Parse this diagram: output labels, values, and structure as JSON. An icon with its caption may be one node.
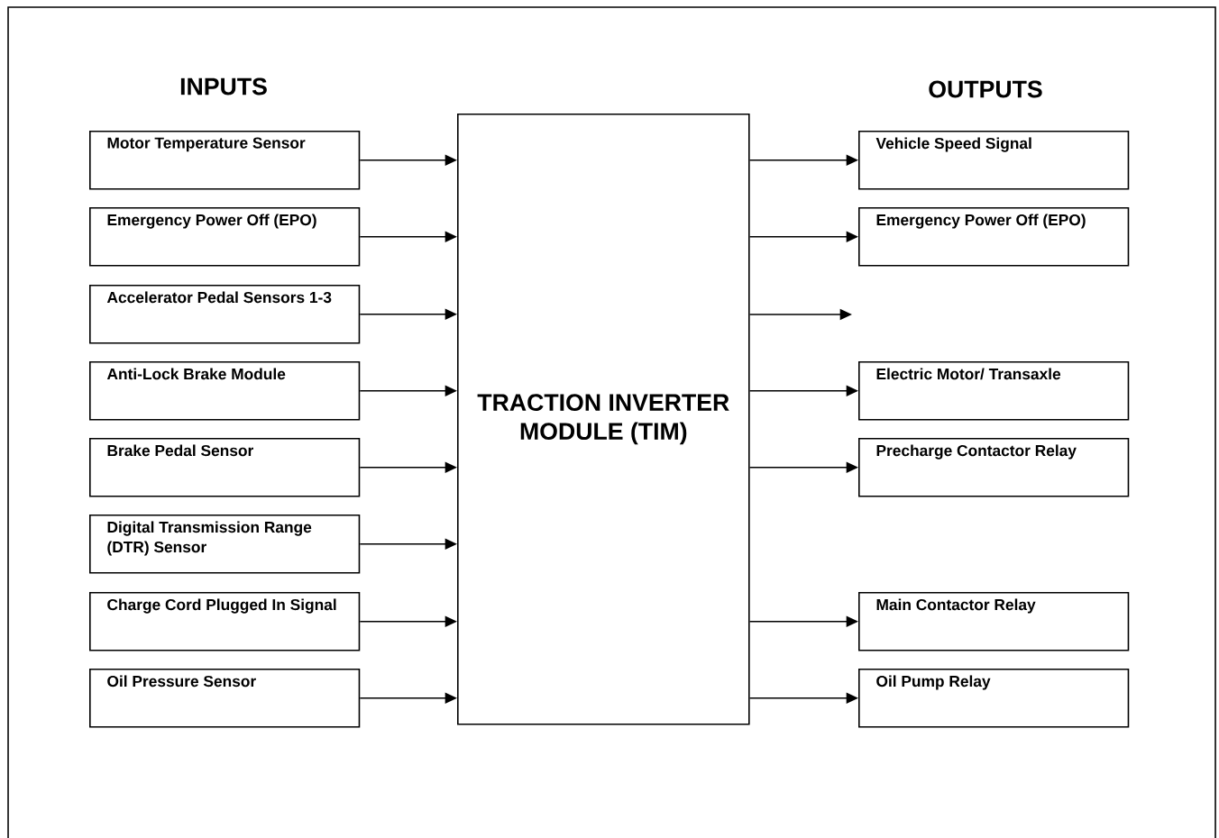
{
  "diagram": {
    "nodes": [
      {
        "text": [
          "TRACTION INVERTER MODULE (TIM)"
        ]
      },
      {
        "text": [
          "Motor Temperature Sensor"
        ]
      },
      {
        "text": [
          "Emergency Power Off (EPO)"
        ]
      },
      {
        "text": [
          "Accelerator Pedal Sensors 1-3"
        ]
      },
      {
        "text": [
          "Anti-Lock Brake Module"
        ]
      },
      {
        "text": [
          "Brake Pedal Sensor"
        ]
      },
      {
        "text": [
          "Digital Transmission Range (DTR) Sensor"
        ]
      },
      {
        "text": [
          "Charge Cord Plugged In Signal"
        ]
      },
      {
        "text": [
          "Oil Pressure Sensor"
        ]
      },
      {
        "text": [
          "Vehicle Speed Signal"
        ]
      },
      {
        "text": [
          "Emergency Power Off (EPO)"
        ]
      },
      {
        "text": [
          "Electric Motor/ Transaxle"
        ]
      },
      {
        "text": [
          "Precharge Contactor Relay"
        ]
      },
      {
        "text": [
          "Main Contactor Relay"
        ]
      },
      {
        "text": [
          "Oil Pump Relay"
        ]
      }
    ],
    "edges": [
      {
        "from": 1,
        "to": 0,
        "arrow": "to"
      },
      {
        "from": 2,
        "to": 0,
        "arrow": "to"
      },
      {
        "from": 3,
        "to": 0,
        "arrow": "to"
      },
      {
        "from": 4,
        "to": 0,
        "arrow": "to"
      },
      {
        "from": 5,
        "to": 0,
        "arrow": "to"
      },
      {
        "from": 6,
        "to": 0,
        "arrow": "to"
      },
      {
        "from": 7,
        "to": 0,
        "arrow": "to"
      },
      {
        "from": 8,
        "to": 0,
        "arrow": "to"
      },
      {
        "from": 0,
        "to": 9,
        "arrow": "to"
      },
      {
        "from": 0,
        "to": 10,
        "arrow": "to"
      },
      {
        "from": 0,
        "to": null,
        "arrow": "to"
      },
      {
        "from": 0,
        "to": 11,
        "arrow": "to"
      },
      {
        "from": 0,
        "to": 12,
        "arrow": "to"
      },
      {
        "from": 0,
        "to": 13,
        "arrow": "to"
      },
      {
        "from": 0,
        "to": 14,
        "arrow": "to"
      }
    ],
    "labels": [
      "INPUTS",
      "OUTPUTS"
    ]
  }
}
